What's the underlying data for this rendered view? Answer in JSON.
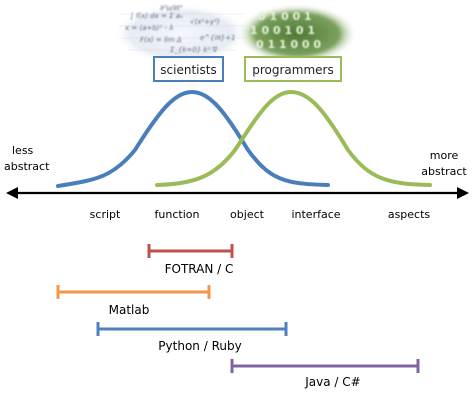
{
  "groups": {
    "scientists": "scientists",
    "programmers": "programmers"
  },
  "axis": {
    "left_label": [
      "less",
      "abstract"
    ],
    "right_label": [
      "more",
      "abstract"
    ],
    "ticks": [
      "script",
      "function",
      "object",
      "interface",
      "aspects"
    ]
  },
  "ranges": [
    {
      "label": "FOTRAN / C",
      "color": "#c0504d"
    },
    {
      "label": "Matlab",
      "color": "#f79646"
    },
    {
      "label": "Python / Ruby",
      "color": "#4f81bd"
    },
    {
      "label": "Java / C#",
      "color": "#8064a2"
    }
  ],
  "curve_colors": {
    "scientists": "#4a7ebb",
    "programmers": "#9bbb59"
  },
  "icons": [
    "math-formulas-image",
    "binary-code-image"
  ]
}
